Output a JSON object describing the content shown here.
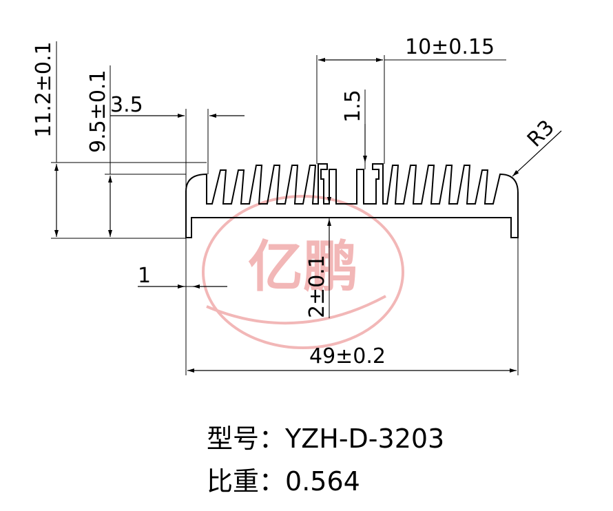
{
  "watermark": {
    "text": "亿鹏",
    "color": "#f2b7b7"
  },
  "dimensions": {
    "width_total": "49±0.2",
    "height_total": "11.2±0.1",
    "height_base": "9.5±0.1",
    "fin_pitch": "3.5",
    "slot_width": "10±0.15",
    "slot_depth": "1.5",
    "base_thickness": "2±0.1",
    "wall": "1",
    "radius": "R3"
  },
  "caption": {
    "model_label": "型号：",
    "model_value": "YZH-D-3203",
    "weight_label": "比重：",
    "weight_value": "0.564"
  }
}
